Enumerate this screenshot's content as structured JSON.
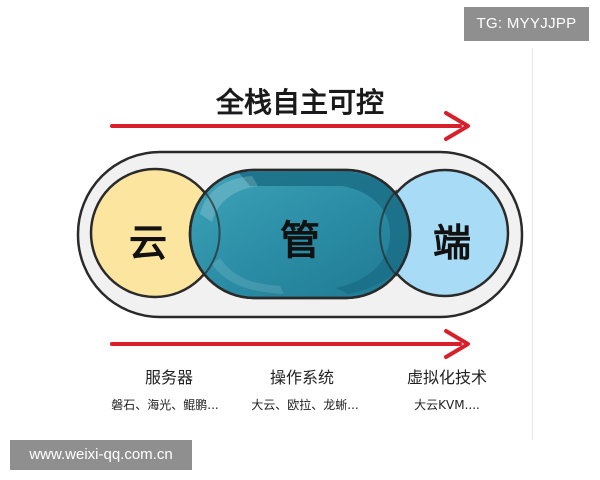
{
  "watermark_top": "TG: MYYJJPP",
  "watermark_bottom": "www.weixi-qq.com.cn",
  "diagram": {
    "title": "全栈自主可控",
    "nodes": {
      "cloud": "云",
      "manage": "管",
      "end": "端"
    },
    "categories": [
      {
        "label": "服务器",
        "examples": "磐石、海光、鲲鹏..."
      },
      {
        "label": "操作系统",
        "examples": "大云、欧拉、龙蜥..."
      },
      {
        "label": "虚拟化技术",
        "examples": "大云KVM...."
      }
    ]
  },
  "colors": {
    "arrow": "#d8202c",
    "capsule_fill": "#f1f1f1",
    "outline": "#2a2a2a",
    "cloud_fill": "#fbe59f",
    "end_fill": "#a8dcf6",
    "manage_fill": "#2f93a8",
    "manage_dark": "#1a6f86"
  }
}
